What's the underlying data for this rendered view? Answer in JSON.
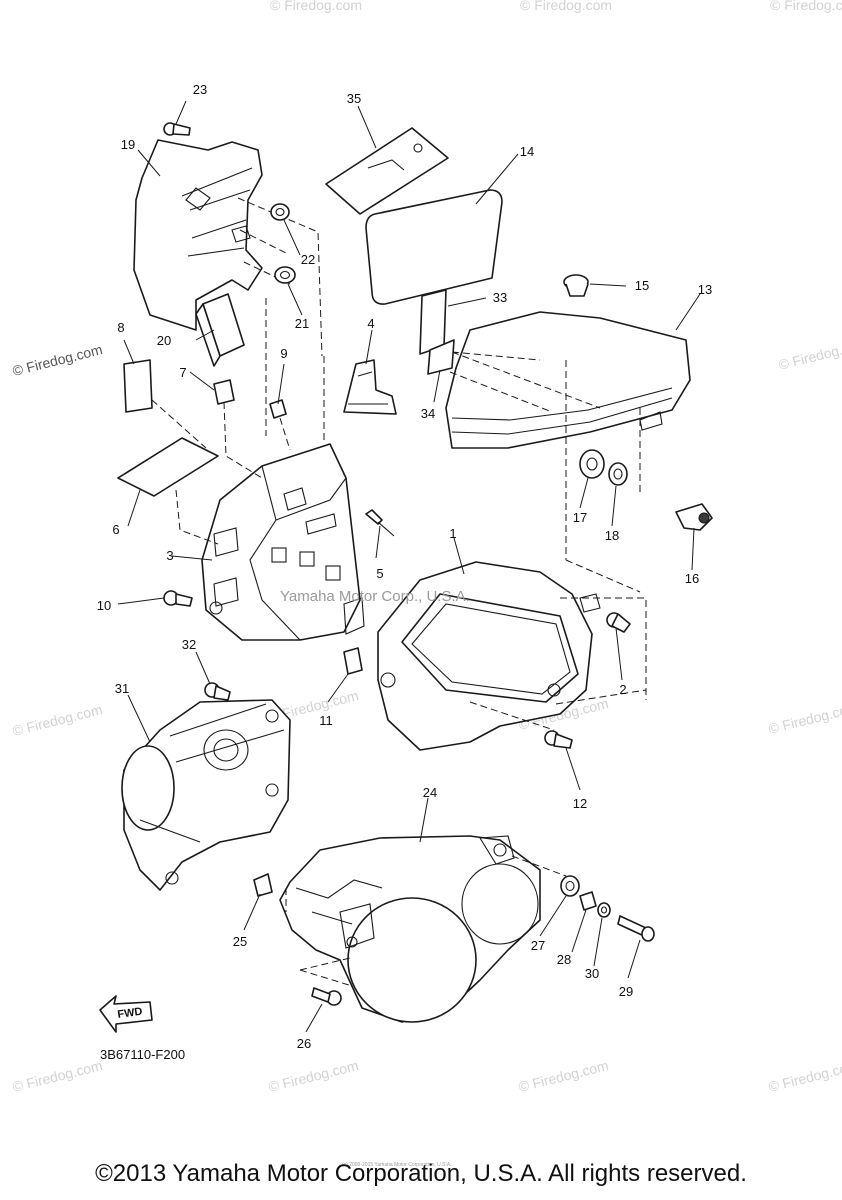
{
  "diagram": {
    "callouts": [
      "1",
      "2",
      "3",
      "4",
      "5",
      "6",
      "7",
      "8",
      "9",
      "10",
      "11",
      "12",
      "13",
      "14",
      "15",
      "16",
      "17",
      "18",
      "19",
      "20",
      "21",
      "22",
      "23",
      "24",
      "25",
      "26",
      "27",
      "28",
      "29",
      "30",
      "31",
      "32",
      "33",
      "34",
      "35"
    ],
    "diagram_code": "3B67110-F200",
    "direction_marker": "FWD",
    "center_watermark": "Yamaha Motor Corp., U.S.A.",
    "watermark_text": "© Firedog.com",
    "tiny_copyright": "(c) 2000-2015 Yamaha Motor Corporation, U.S.A."
  },
  "footer": {
    "copyright": "©2013 Yamaha Motor Corporation, U.S.A. All rights reserved."
  }
}
